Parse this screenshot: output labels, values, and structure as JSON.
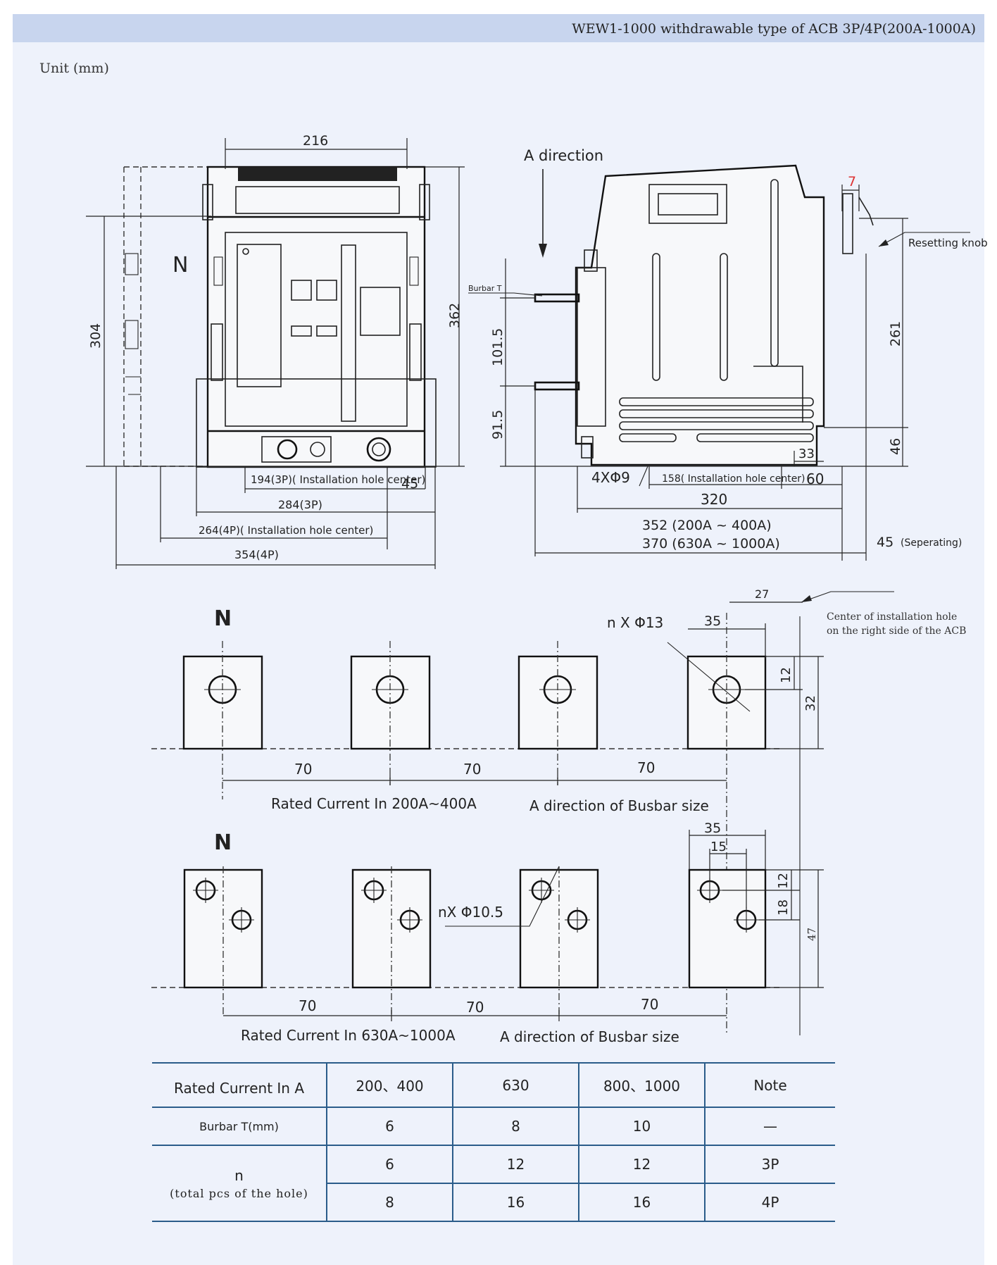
{
  "header": {
    "title": "WEW1-1000 withdrawable type of ACB 3P/4P(200A-1000A)"
  },
  "unit_label": "Unit  (mm)",
  "front_view": {
    "neutral_label": "N",
    "dims": {
      "width_top": "216",
      "height_left": "304",
      "height_right": "362",
      "hole_3p": "194(3P)( Installation hole center)",
      "offset": "45",
      "width_3p": "284(3P)",
      "hole_4p": "264(4P)( Installation hole center)",
      "width_4p": "354(4P)"
    }
  },
  "side_view": {
    "a_direction": "A direction",
    "burbar_label": "Burbar T",
    "resetting_knob": "Resetting knob",
    "dims": {
      "knob_gap": "7",
      "busbar_spacing": "101.5",
      "busbar_bottom": "91.5",
      "holes": "4XΦ9",
      "hole_center": "158( Installation hole center)",
      "right_offset": "60",
      "small_offset": "33",
      "depth": "320",
      "total_1": "352  (200A ~ 400A)",
      "total_2": "370 (630A ~ 1000A)",
      "separating": "45",
      "separating_note": "(Seperating)",
      "right_height": "261",
      "bottom_height": "46"
    }
  },
  "busbar_top": {
    "neutral_label": "N",
    "hole_label": "n X Φ13",
    "pitch": [
      "70",
      "70",
      "70"
    ],
    "width_dim": "35",
    "offset_dim": "27",
    "hole_dim": "12",
    "height_dim": "32",
    "rated_current": "Rated Current In  200A~400A",
    "direction": "A direction of Busbar size",
    "center_note_1": "Center of installation hole",
    "center_note_2": "on the right side of the ACB"
  },
  "busbar_bottom": {
    "neutral_label": "N",
    "hole_label": "nX Φ10.5",
    "pitch": [
      "70",
      "70",
      "70"
    ],
    "width_dim": "35",
    "inner_dim": "15",
    "hole_dim_top": "12",
    "hole_dim_v": "18",
    "height_dim": "47",
    "rated_current": "Rated Current In  630A~1000A",
    "direction": "A direction of Busbar size"
  },
  "table": {
    "headers": [
      "Rated Current In A",
      "200、400",
      "630",
      "800、1000",
      "Note"
    ],
    "burbar_row": {
      "label": "Burbar T(mm)",
      "values": [
        "6",
        "8",
        "10"
      ],
      "note": "—"
    },
    "n_label": "n",
    "n_sublabel": "(total pcs of the hole)",
    "n_rows": [
      {
        "values": [
          "6",
          "12",
          "12"
        ],
        "note": "3P"
      },
      {
        "values": [
          "8",
          "16",
          "16"
        ],
        "note": "4P"
      }
    ]
  }
}
